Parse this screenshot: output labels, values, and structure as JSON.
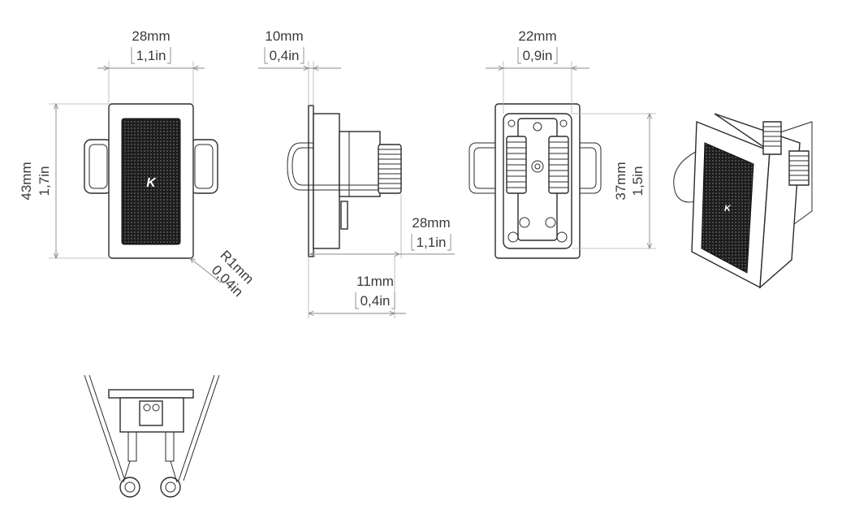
{
  "dimensions": {
    "front_width": {
      "mm": "28mm",
      "in": "1,1in"
    },
    "front_height": {
      "mm": "43mm",
      "in": "1,7in"
    },
    "corner_radius": {
      "mm": "R1mm",
      "in": "0,04in"
    },
    "side_flange": {
      "mm": "10mm",
      "in": "0,4in"
    },
    "side_depth": {
      "mm": "28mm",
      "in": "1,1in"
    },
    "side_body": {
      "mm": "11mm",
      "in": "0,4in"
    },
    "back_width": {
      "mm": "22mm",
      "in": "0,9in"
    },
    "back_height": {
      "mm": "37mm",
      "in": "1,5in"
    }
  },
  "logo": {
    "front": "K",
    "perspective": "K"
  },
  "colors": {
    "line": "#2b2b2b",
    "grille": "#1d1d1d",
    "dimension": "#888888",
    "text": "#3a3a3a"
  }
}
